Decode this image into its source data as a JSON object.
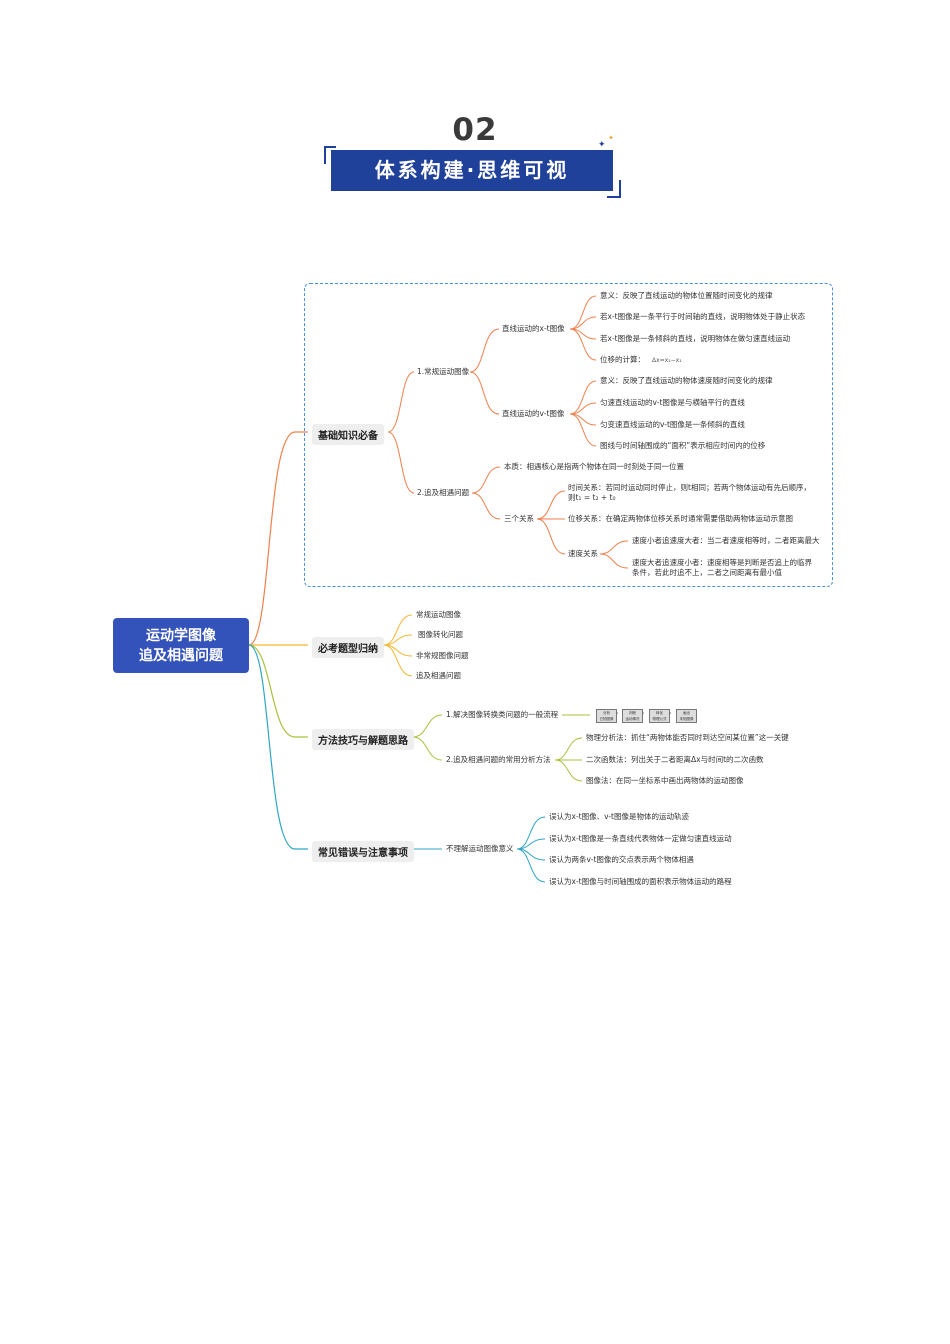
{
  "header": {
    "number": "02",
    "title": "体系构建·思维可视"
  },
  "root": {
    "line1": "运动学图像",
    "line2": "追及相遇问题"
  },
  "branches": {
    "basics": {
      "label": "基础知识必备",
      "g1": {
        "label": "1.常规运动图像",
        "xt": {
          "label": "直线运动的x-t图像",
          "items": [
            "意义：反映了直线运动的物体位置随时间变化的规律",
            "若x-t图像是一条平行于时间轴的直线，说明物体处于静止状态",
            "若x-t图像是一条倾斜的直线，说明物体在做匀速直线运动",
            "位移的计算："
          ],
          "formula": "Δx=x₂−x₁"
        },
        "vt": {
          "label": "直线运动的v-t图像",
          "items": [
            "意义：反映了直线运动的物体速度随时间变化的规律",
            "匀速直线运动的v-t图像是与横轴平行的直线",
            "匀变速直线运动的v-t图像是一条倾斜的直线",
            "图线与时间轴围成的“面积”表示相应时间内的位移"
          ]
        }
      },
      "g2": {
        "label": "2.追及相遇问题",
        "essence": "本质：相遇核心是指两个物体在同一时刻处于同一位置",
        "three": {
          "label": "三个关系",
          "time_line1": "时间关系：若同时运动同时停止，则t相同；若两个物体运动有先后顺序，",
          "time_line2": "则t₁ = t₂ + t₀",
          "disp": "位移关系：在确定两物体位移关系时通常需要借助两物体运动示意图",
          "speed": {
            "label": "速度关系",
            "a": "速度小者追速度大者：当二者速度相等时，二者距离最大",
            "b_line1": "速度大者追速度小者：速度相等是判断是否追上的临界",
            "b_line2": "条件，若此时追不上，二者之间距离有最小值"
          }
        }
      }
    },
    "types": {
      "label": "必考题型归纳",
      "items": [
        "常规运动图像",
        "图像转化问题",
        "非常规图像问题",
        "追及相遇问题"
      ]
    },
    "methods": {
      "label": "方法技巧与解题思路",
      "m1": {
        "label": "1.解决图像转换类问题的一般流程",
        "flow": [
          {
            "top": "分析",
            "bottom": "已知图像"
          },
          {
            "top": "判断",
            "bottom": "运动情况"
          },
          {
            "top": "转化",
            "bottom": "物理公式"
          },
          {
            "top": "画出",
            "bottom": "未知图像"
          }
        ]
      },
      "m2": {
        "label": "2.追及相遇问题的常用分析方法",
        "items": [
          "物理分析法：抓住“两物体能否同时到达空间某位置”这一关键",
          "二次函数法：列出关于二者距离Δx与时间t的二次函数",
          "图像法：在同一坐标系中画出两物体的运动图像"
        ]
      }
    },
    "mistakes": {
      "label": "常见错误与注意事项",
      "sub": "不理解运动图像意义",
      "items": [
        "误认为x-t图像、v-t图像是物体的运动轨迹",
        "误认为x-t图像是一条直线代表物体一定做匀速直线运动",
        "误认为两条v-t图像的交点表示两个物体相遇",
        "误认为x-t图像与时间轴围成的面积表示物体运动的路程"
      ]
    }
  },
  "colors": {
    "accent": "#20419a",
    "root": "#3352ba",
    "basics": "#f07f4c",
    "types": "#f3b733",
    "methods": "#a7c23f",
    "mistakes": "#2ea6c4",
    "dash": "#4a90d9"
  }
}
